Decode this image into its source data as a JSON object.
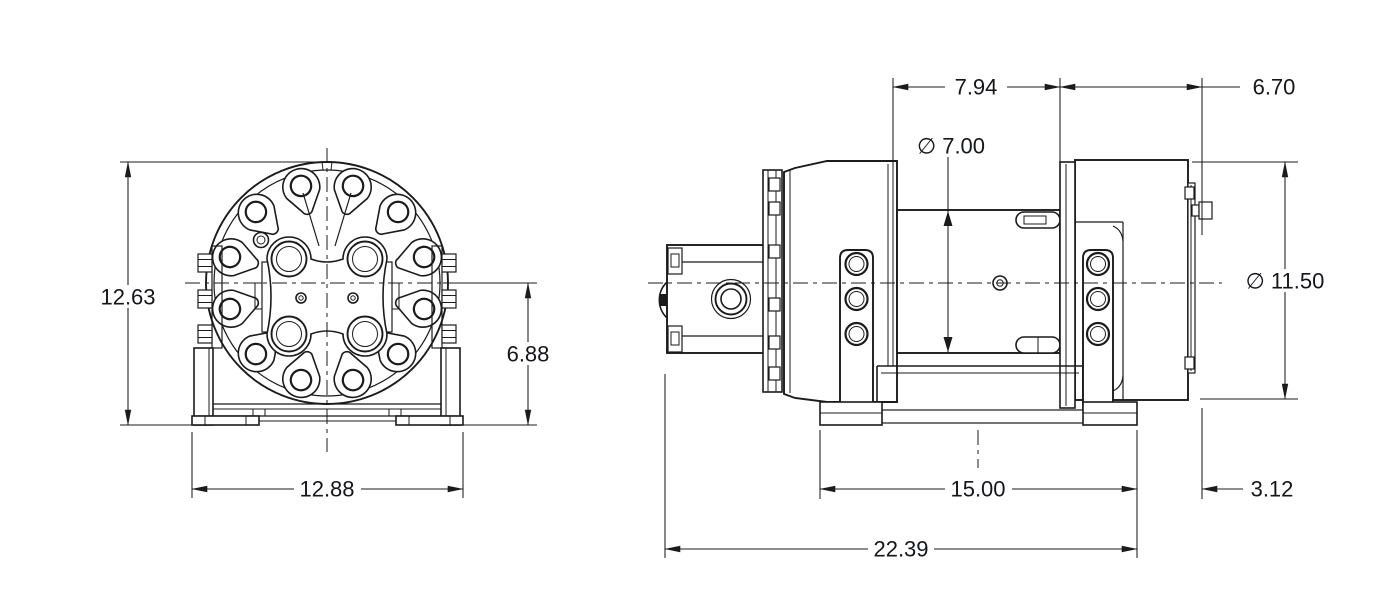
{
  "drawing": {
    "colors": {
      "background": "#ffffff",
      "line": "#1b1b1b",
      "dimension_text": "#14161a"
    },
    "dimensions": {
      "overall_height": "12.63",
      "centerline_height": "6.88",
      "base_width": "12.88",
      "drum_length": "7.94",
      "end_section_length": "6.70",
      "drum_core_diameter": "∅ 7.00",
      "flange_diameter": "∅ 11.50",
      "mount_length": "15.00",
      "end_offset": "3.12",
      "overall_length": "22.39"
    }
  }
}
